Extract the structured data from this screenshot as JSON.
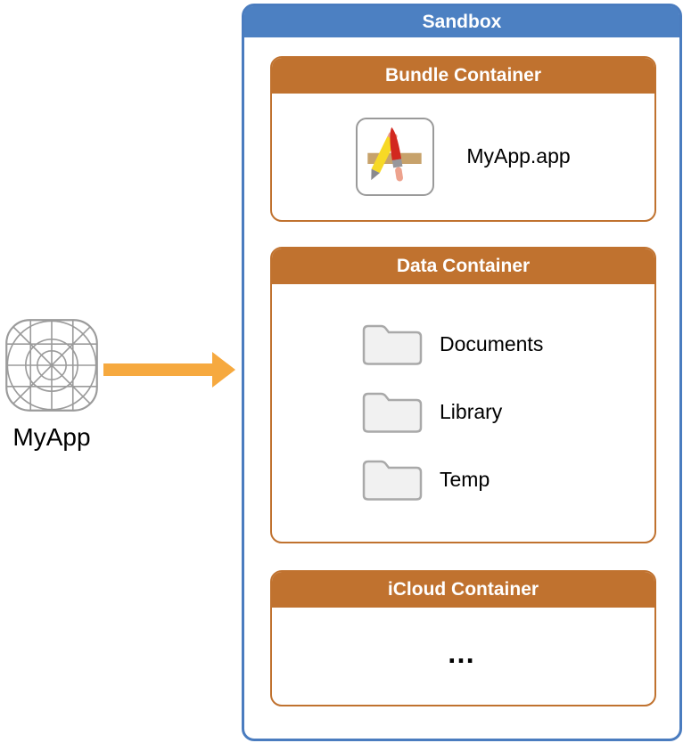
{
  "colors": {
    "sandbox_blue": "#4A7CBF",
    "container_orange": "#C0722F",
    "arrow_orange": "#F6A93F",
    "folder_gray": "#F1F1F1",
    "text_black": "#000000"
  },
  "source_app": {
    "label": "MyApp",
    "icon": "app-grid-wireframe-icon"
  },
  "arrow": {
    "icon": "arrow-right-icon",
    "direction": "right"
  },
  "sandbox": {
    "title": "Sandbox",
    "containers": [
      {
        "title": "Bundle Container",
        "bundle_item": "MyApp.app",
        "icon": "app-store-icon"
      },
      {
        "title": "Data Container",
        "folders": [
          "Documents",
          "Library",
          "Temp"
        ]
      },
      {
        "title": "iCloud Container",
        "placeholder": "…"
      }
    ]
  }
}
